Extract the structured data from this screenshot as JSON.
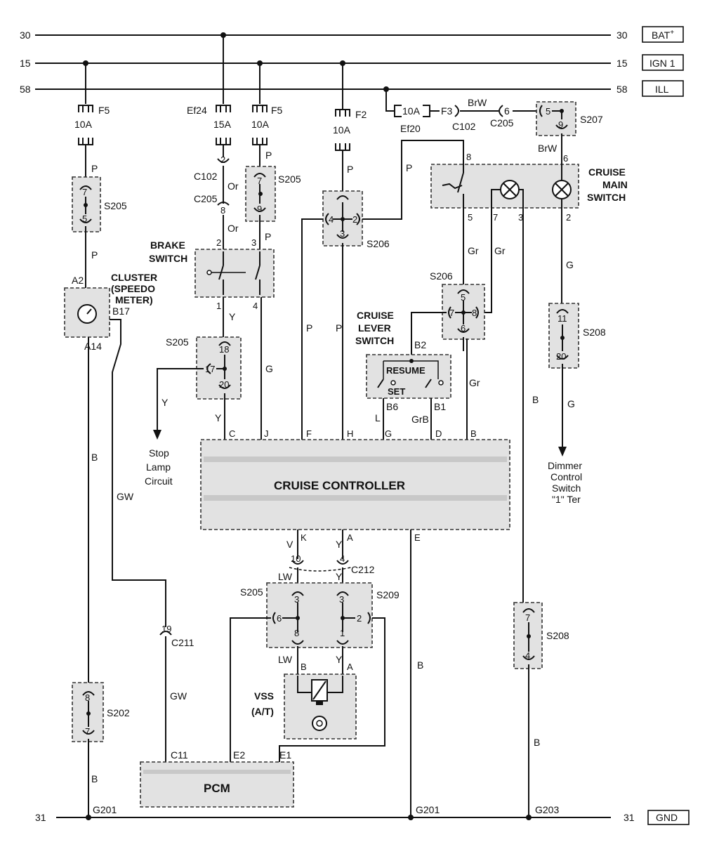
{
  "rails": {
    "r30": {
      "left": "30",
      "right": "30",
      "tag": "BAT+"
    },
    "r15": {
      "left": "15",
      "right": "15",
      "tag": "IGN 1"
    },
    "r58": {
      "left": "58",
      "right": "58",
      "tag": "ILL"
    },
    "r31": {
      "left": "31",
      "right": "31",
      "tag": "GND"
    }
  },
  "fuses": {
    "f5a": {
      "name": "F5",
      "rating": "10A"
    },
    "ef24": {
      "name": "Ef24",
      "rating": "15A"
    },
    "f5b": {
      "name": "F5",
      "rating": "10A"
    },
    "f2": {
      "name": "F2",
      "rating": "10A"
    },
    "ef20": {
      "name": "Ef20",
      "rating": "10A"
    },
    "f3": {
      "name": "F3"
    }
  },
  "components": {
    "brake_switch": "BRAKE\nSWITCH",
    "cluster": "CLUSTER\n(SPEEDO\nMETER)",
    "cruise_main": "CRUISE\nMAIN\nSWITCH",
    "cruise_lever": "CRUISE\nLEVER\nSWITCH",
    "resume": "RESUME",
    "set": "SET",
    "controller": "CRUISE CONTROLLER",
    "vss": "VSS\n(A/T)",
    "pcm": "PCM",
    "stop_lamp": "Stop\nLamp\nCircuit",
    "dimmer": "Dimmer\nControl\nSwitch\n\"1\" Ter"
  },
  "splices": [
    "S205",
    "S205",
    "S206",
    "S206",
    "S207",
    "S205",
    "S208",
    "S205",
    "S209",
    "S202",
    "S208"
  ],
  "connectors": [
    "C102",
    "C205",
    "C102",
    "C205",
    "C212",
    "C211"
  ],
  "grounds": [
    "G201",
    "G201",
    "G203"
  ],
  "wire_colors": [
    "P",
    "Or",
    "Y",
    "G",
    "B",
    "GW",
    "BrW",
    "Gr",
    "LW",
    "L",
    "GrB"
  ],
  "controller_pins": [
    "C",
    "J",
    "F",
    "H",
    "G",
    "D",
    "B",
    "K",
    "A",
    "E"
  ],
  "pcm_pins": [
    "C11",
    "E2",
    "E1"
  ],
  "colors": {
    "ink": "#111111",
    "box_fill": "#e2e2e2"
  }
}
